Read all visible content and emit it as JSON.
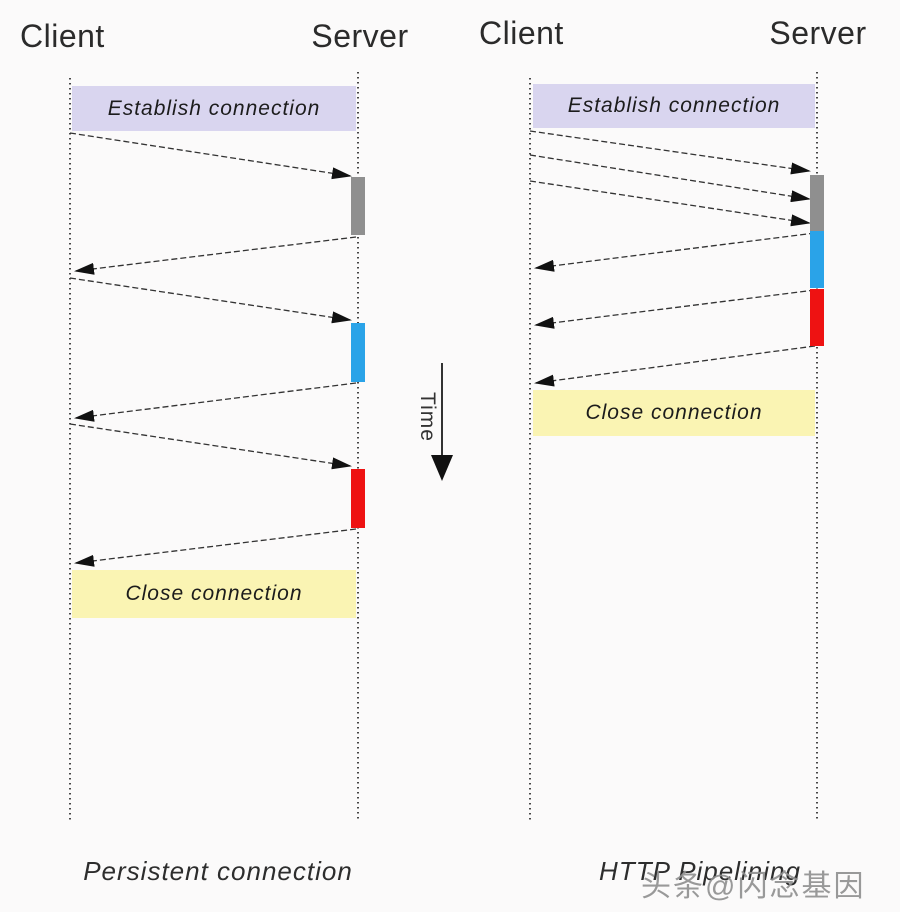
{
  "time_axis": {
    "label": "Time"
  },
  "watermark": {
    "text": "头条@闪念基因"
  },
  "diagrams": [
    {
      "caption": "Persistent connection",
      "client_label": "Client",
      "server_label": "Server",
      "establish_label": "Establish connection",
      "close_label": "Close connection",
      "arrows": [
        "client→server request",
        "server→client response",
        "client→server request",
        "server→client response",
        "client→server request",
        "server→client response"
      ],
      "processing_bars": [
        "gray",
        "blue",
        "red"
      ]
    },
    {
      "caption": "HTTP Pipelining",
      "client_label": "Client",
      "server_label": "Server",
      "establish_label": "Establish connection",
      "close_label": "Close connection",
      "arrows": [
        "client→server request",
        "client→server request",
        "client→server request",
        "server→client response",
        "server→client response",
        "server→client response"
      ],
      "processing_bars": [
        "gray",
        "blue",
        "red"
      ]
    }
  ],
  "colors": {
    "establish_box": "#d9d5ef",
    "close_box": "#faf4b3",
    "bar_gray": "#8f8f8f",
    "bar_blue": "#2aa3e8",
    "bar_red": "#ee1212",
    "line": "#2e2e2e",
    "arrowhead": "#111111"
  }
}
